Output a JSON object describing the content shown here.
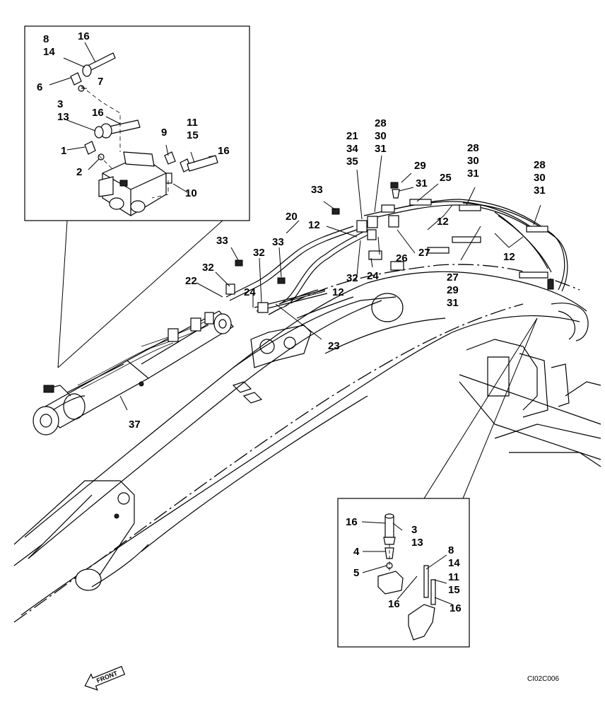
{
  "diagram": {
    "drawing_code": "CI02C006",
    "front_label": "FRONT",
    "callouts": [
      {
        "id": "c-8-14-top",
        "lines": [
          "8",
          "14"
        ]
      },
      {
        "id": "c-16-top",
        "lines": [
          "16"
        ]
      },
      {
        "id": "c-6",
        "lines": [
          "6"
        ]
      },
      {
        "id": "c-7",
        "lines": [
          "7"
        ]
      },
      {
        "id": "c-3-13-top",
        "lines": [
          "3",
          "13"
        ]
      },
      {
        "id": "c-16-mid",
        "lines": [
          "16"
        ]
      },
      {
        "id": "c-9",
        "lines": [
          "9"
        ]
      },
      {
        "id": "c-11-15-top",
        "lines": [
          "11",
          "15"
        ]
      },
      {
        "id": "c-16-right",
        "lines": [
          "16"
        ]
      },
      {
        "id": "c-1",
        "lines": [
          "1"
        ]
      },
      {
        "id": "c-2",
        "lines": [
          "2"
        ]
      },
      {
        "id": "c-10",
        "lines": [
          "10"
        ]
      },
      {
        "id": "c-21-34-35",
        "lines": [
          "21",
          "34",
          "35"
        ]
      },
      {
        "id": "c-28-30-31-a",
        "lines": [
          "28",
          "30",
          "31"
        ]
      },
      {
        "id": "c-28-30-31-b",
        "lines": [
          "28",
          "30",
          "31"
        ]
      },
      {
        "id": "c-28-30-31-c",
        "lines": [
          "28",
          "30",
          "31"
        ]
      },
      {
        "id": "c-29",
        "lines": [
          "29"
        ]
      },
      {
        "id": "c-31",
        "lines": [
          "31"
        ]
      },
      {
        "id": "c-25",
        "lines": [
          "25"
        ]
      },
      {
        "id": "c-33-a",
        "lines": [
          "33"
        ]
      },
      {
        "id": "c-20",
        "lines": [
          "20"
        ]
      },
      {
        "id": "c-12-a",
        "lines": [
          "12"
        ]
      },
      {
        "id": "c-12-b",
        "lines": [
          "12"
        ]
      },
      {
        "id": "c-12-c",
        "lines": [
          "12"
        ]
      },
      {
        "id": "c-26",
        "lines": [
          "26"
        ]
      },
      {
        "id": "c-27",
        "lines": [
          "27"
        ]
      },
      {
        "id": "c-27-29-31",
        "lines": [
          "27",
          "29",
          "31"
        ]
      },
      {
        "id": "c-33-b",
        "lines": [
          "33"
        ]
      },
      {
        "id": "c-32-a",
        "lines": [
          "32"
        ]
      },
      {
        "id": "c-33-c",
        "lines": [
          "33"
        ]
      },
      {
        "id": "c-32-b",
        "lines": [
          "32"
        ]
      },
      {
        "id": "c-22",
        "lines": [
          "22"
        ]
      },
      {
        "id": "c-24-a",
        "lines": [
          "24"
        ]
      },
      {
        "id": "c-32-c",
        "lines": [
          "32"
        ]
      },
      {
        "id": "c-24-b",
        "lines": [
          "24"
        ]
      },
      {
        "id": "c-12-d",
        "lines": [
          "12"
        ]
      },
      {
        "id": "c-23",
        "lines": [
          "23"
        ]
      },
      {
        "id": "c-37",
        "lines": [
          "37"
        ]
      },
      {
        "id": "c-16-inset2",
        "lines": [
          "16"
        ]
      },
      {
        "id": "c-3-13-inset2",
        "lines": [
          "3",
          "13"
        ]
      },
      {
        "id": "c-4",
        "lines": [
          "4"
        ]
      },
      {
        "id": "c-5",
        "lines": [
          "5"
        ]
      },
      {
        "id": "c-8-14-inset2",
        "lines": [
          "8",
          "14"
        ]
      },
      {
        "id": "c-11-15-inset2",
        "lines": [
          "11",
          "15"
        ]
      },
      {
        "id": "c-16-inset2-bl",
        "lines": [
          "16"
        ]
      },
      {
        "id": "c-16-inset2-br",
        "lines": [
          "16"
        ]
      }
    ]
  }
}
